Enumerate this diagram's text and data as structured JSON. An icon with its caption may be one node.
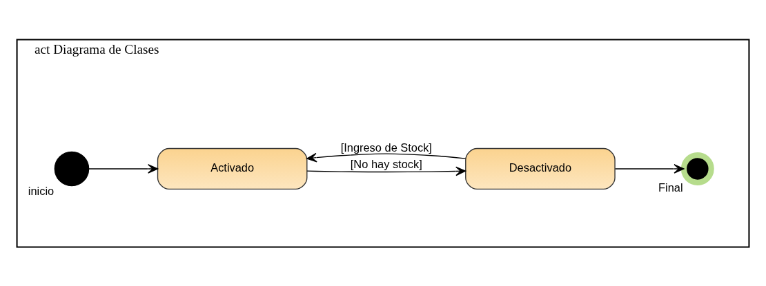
{
  "diagram": {
    "nodes": [
      {
        "text": [
          "act Diagrama de Clases"
        ]
      },
      {
        "text": [],
        "shape": "circle",
        "beside": [
          "inicio"
        ],
        "in": 0
      },
      {
        "text": [
          "Activado"
        ],
        "in": 0
      },
      {
        "text": [
          "Desactivado"
        ],
        "in": 0
      },
      {
        "text": [],
        "shape": "circle",
        "beside": [
          "Final"
        ],
        "in": 0
      }
    ],
    "edges": [
      {
        "from": 1,
        "to": 2,
        "arrow": "to"
      },
      {
        "from": 2,
        "to": 3,
        "arrow": "to",
        "label": "[No hay stock]"
      },
      {
        "from": 3,
        "to": 4,
        "arrow": "to"
      },
      {
        "from": 3,
        "to": 2,
        "arrow": "to",
        "label": "[Ingreso de Stock]"
      }
    ]
  }
}
